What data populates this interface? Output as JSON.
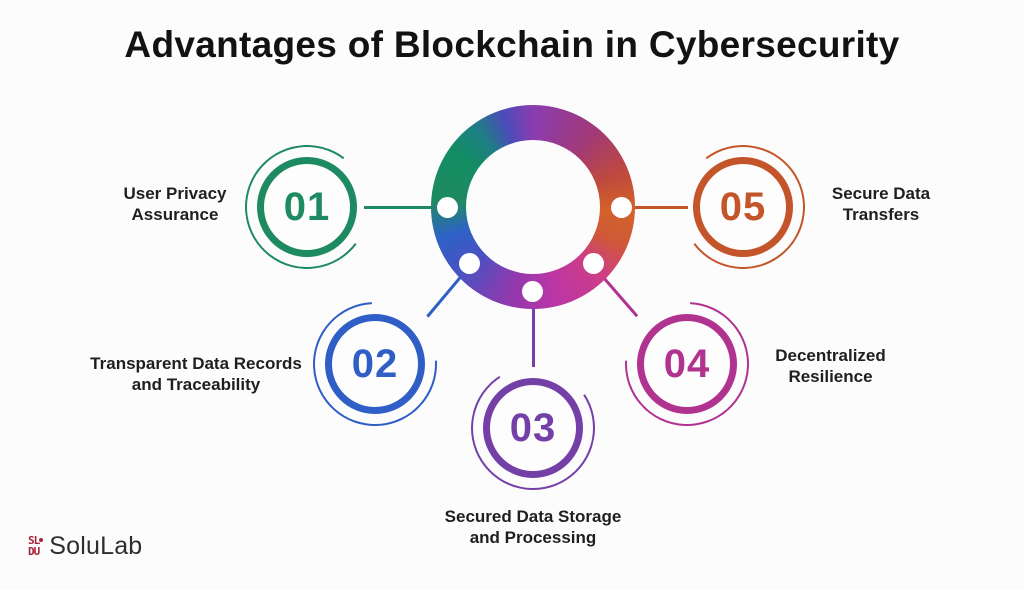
{
  "title": "Advantages of Blockchain in Cybersecurity",
  "hub": {
    "description": "gradient-ring",
    "gradient_colors": [
      "#138d63",
      "#2e62c6",
      "#8a3cb0",
      "#d2622a",
      "#cd3d87"
    ]
  },
  "items": [
    {
      "number": "01",
      "label_line1": "User Privacy",
      "label_line2": "Assurance",
      "color": "#1e8a62"
    },
    {
      "number": "02",
      "label_line1": "Transparent Data Records",
      "label_line2": "and Traceability",
      "color": "#2f5ec6"
    },
    {
      "number": "03",
      "label_line1": "Secured Data Storage",
      "label_line2": "and Processing",
      "color": "#7440a8"
    },
    {
      "number": "04",
      "label_line1": "Decentralized",
      "label_line2": "Resilience",
      "color": "#b03390"
    },
    {
      "number": "05",
      "label_line1": "Secure Data",
      "label_line2": "Transfers",
      "color": "#c4552a"
    }
  ],
  "brand": {
    "name": "SoluLab",
    "mark_line1": "SL",
    "mark_line2": "DU",
    "mark_color": "#a8233c"
  }
}
